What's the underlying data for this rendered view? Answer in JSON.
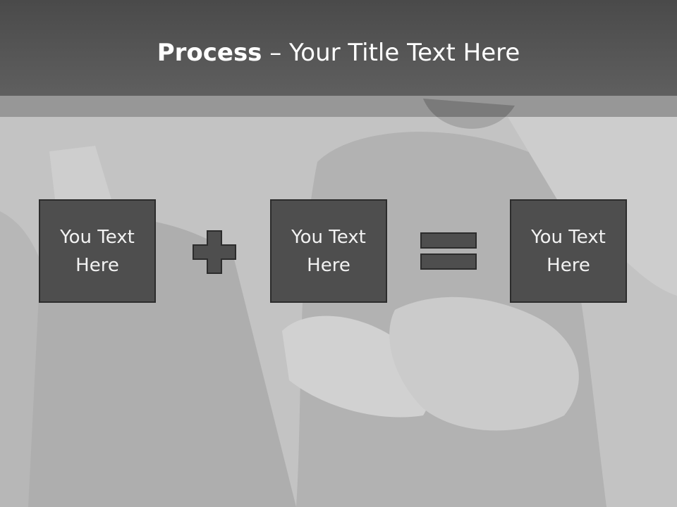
{
  "slide": {
    "title_bold": "Process",
    "title_rest": " – Your Title Text Here"
  },
  "process": {
    "boxes": [
      {
        "text": "You Text Here"
      },
      {
        "text": "You Text Here"
      },
      {
        "text": "You Text Here"
      }
    ],
    "operators": [
      "plus-icon",
      "equals-icon"
    ]
  },
  "colors": {
    "title_bar": "#555555",
    "box_fill": "#4e4e4e",
    "box_border": "#2c2c2c",
    "text": "#ffffff"
  }
}
